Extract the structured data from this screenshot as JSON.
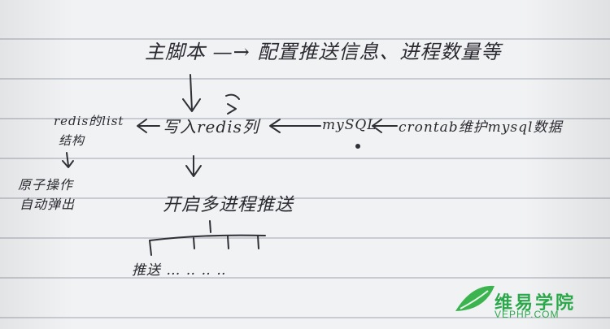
{
  "diagram": {
    "title": "主脚本 —→ 配置推送信息、进程数量等",
    "redis_list_line1": "redis的list",
    "redis_list_line2": "结构",
    "write_redis": "写入redis列",
    "mysql": "mySQL",
    "crontab": "crontab维护mysql数据",
    "auto_pop_line1": "原子操作",
    "auto_pop_line2": "自动弹出",
    "multi_process": "开启多进程推送",
    "push": "推送 …  ‥  ‥ ‥"
  },
  "watermark": {
    "name": "维易学院",
    "url": "VEPHP.COM"
  },
  "colors": {
    "ink": "#2a2a30",
    "watermark": "#2aa84a"
  }
}
